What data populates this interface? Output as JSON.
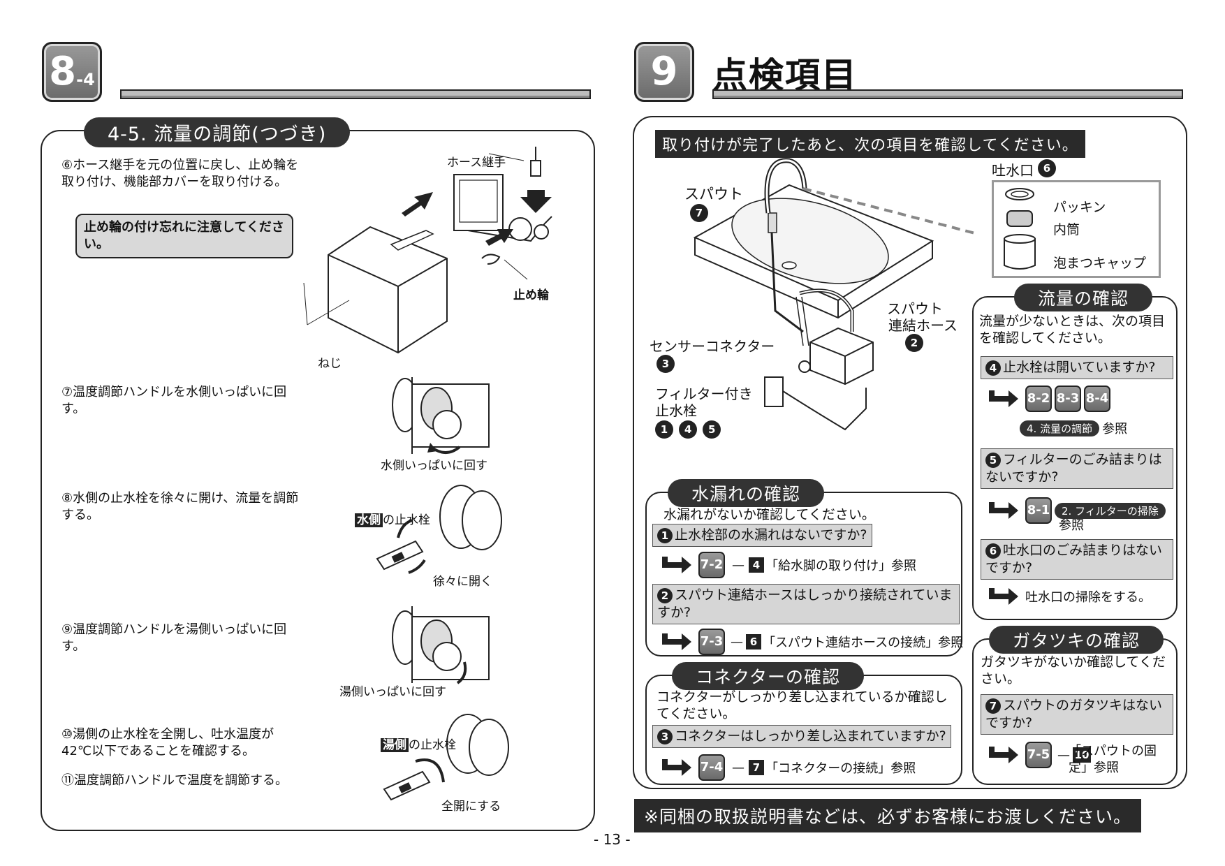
{
  "left": {
    "badge_main": "8",
    "badge_sub": "-4",
    "section_title": "4-5. 流量の調節(つづき)",
    "steps": [
      "⑥ホース継手を元の位置に戻し、止め輪を取り付け、機能部カバーを取り付ける。",
      "⑦温度調節ハンドルを水側いっぱいに回す。",
      "⑧水側の止水栓を徐々に開け、流量を調節する。",
      "⑨温度調節ハンドルを湯側いっぱいに回す。",
      "⑩湯側の止水栓を全開し、吐水温度が42℃以下であることを確認する。",
      "⑪温度調節ハンドルで温度を調節する。"
    ],
    "warning": "止め輪の付け忘れに注意してください。",
    "labels": {
      "hose_joint": "ホース継手",
      "stop_ring": "止め輪",
      "screw": "ねじ",
      "water_side_full": "水側いっぱいに回す",
      "water_side_tag": "水側",
      "water_side_valve": "の止水栓",
      "gradually_open": "徐々に開く",
      "hot_side_full": "湯側いっぱいに回す",
      "hot_side_tag": "湯側",
      "hot_side_valve": "の止水栓",
      "fully_open": "全開にする"
    }
  },
  "right": {
    "badge_main": "9",
    "title": "点検項目",
    "intro": "取り付けが完了したあと、次の項目を確認してください。",
    "labels": {
      "spout": "スパウト",
      "spout_num": "7",
      "outlet": "吐水口",
      "outlet_num": "6",
      "packing": "パッキン",
      "inner": "内筒",
      "foam_cap": "泡まつキャップ",
      "spout_hose_1": "スパウト",
      "spout_hose_2": "連結ホース",
      "spout_hose_num": "2",
      "sensor_connector": "センサーコネクター",
      "sensor_num": "3",
      "filter_valve_1": "フィルター付き",
      "filter_valve_2": "止水栓",
      "filter_nums": [
        "1",
        "4",
        "5"
      ]
    },
    "leak": {
      "title": "水漏れの確認",
      "desc": "水漏れがないか確認してください。",
      "q1_num": "1",
      "q1": "止水栓部の水漏れはないですか?",
      "r1_badge": "7-2",
      "r1_sq": "4",
      "r1_text": "「給水脚の取り付け」参照",
      "q2_num": "2",
      "q2": "スパウト連結ホースはしっかり接続されていますか?",
      "r2_badge": "7-3",
      "r2_sq": "6",
      "r2_text": "「スパウト連結ホースの接続」参照"
    },
    "connector": {
      "title": "コネクターの確認",
      "desc": "コネクターがしっかり差し込まれているか確認してください。",
      "q_num": "3",
      "q": "コネクターはしっかり差し込まれていますか?",
      "r_badge": "7-4",
      "r_sq": "7",
      "r_text": "「コネクターの接続」参照"
    },
    "flow": {
      "title": "流量の確認",
      "desc": "流量が少ないときは、次の項目を確認してください。",
      "q4_num": "4",
      "q4": "止水栓は開いていますか?",
      "r4_badges": [
        "8-2",
        "8-3",
        "8-4"
      ],
      "r4_pill": "4. 流量の調節",
      "r4_text": "参照",
      "q5_num": "5",
      "q5": "フィルターのごみ詰まりはないですか?",
      "r5_badge": "8-1",
      "r5_pill": "2. フィルターの掃除",
      "r5_text": "参照",
      "q6_num": "6",
      "q6": "吐水口のごみ詰まりはないですか?",
      "r6_text": "吐水口の掃除をする。"
    },
    "rattle": {
      "title": "ガタツキの確認",
      "desc": "ガタツキがないか確認してください。",
      "q7_num": "7",
      "q7": "スパウトのガタツキはないですか?",
      "r7_badge": "7-5",
      "r7_sq": "10",
      "r7_text": "「スパウトの固定」参照"
    },
    "footer_note": "※同梱の取扱説明書などは、必ずお客様にお渡しください。"
  },
  "page_number": "- 13 -"
}
